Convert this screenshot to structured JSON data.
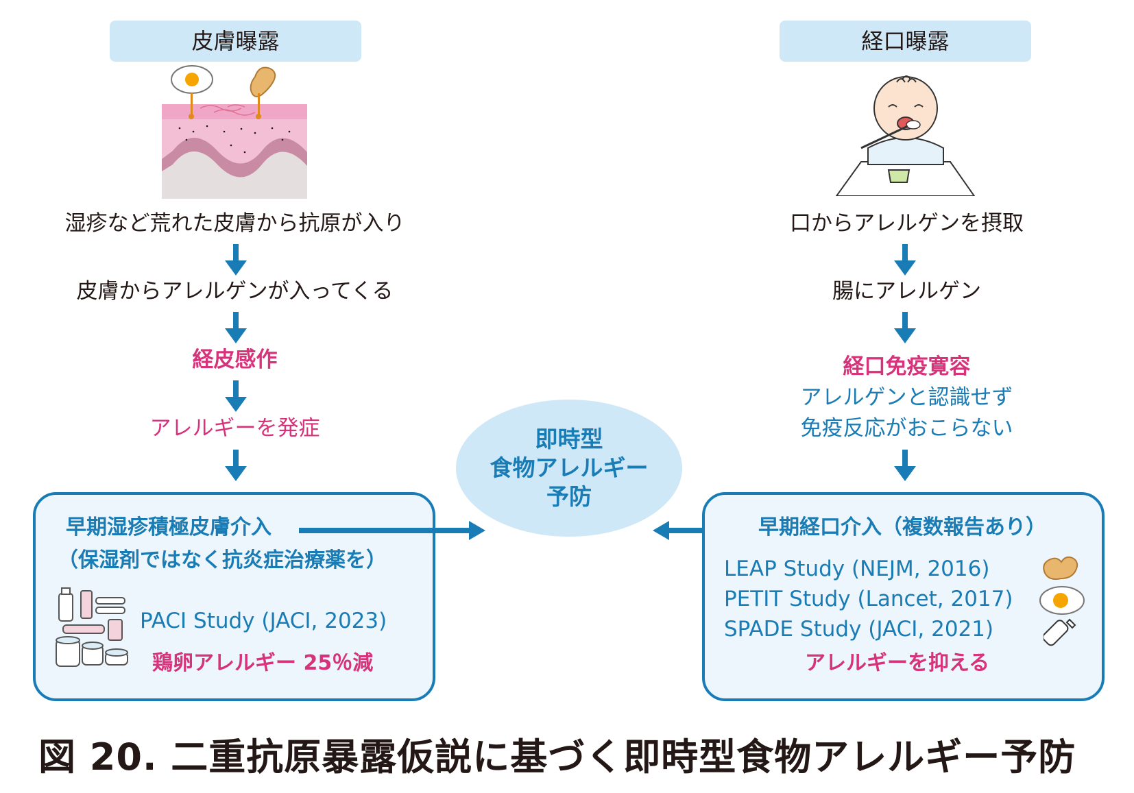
{
  "left": {
    "header": "皮膚曝露",
    "steps": [
      "湿疹など荒れた皮膚から抗原が入り",
      "皮膚からアレルゲンが入ってくる",
      "経皮感作",
      "アレルギーを発症"
    ],
    "box": {
      "title_line1": "早期湿疹積極皮膚介入",
      "title_line2": "（保湿剤ではなく抗炎症治療薬を）",
      "study": "PACI Study (JACI, 2023)",
      "result": "鶏卵アレルギー 25％減"
    }
  },
  "right": {
    "header": "経口曝露",
    "steps": [
      "口からアレルゲンを摂取",
      "腸にアレルゲン",
      "経口免疫寛容"
    ],
    "tolerance_lines": [
      "アレルゲンと認識せず",
      "免疫反応がおこらない"
    ],
    "box": {
      "title": "早期経口介入（複数報告あり）",
      "studies": [
        "LEAP Study (NEJM, 2016)",
        "PETIT Study (Lancet, 2017)",
        "SPADE Study (JACI, 2021)"
      ],
      "result": "アレルギーを抑える"
    }
  },
  "center": {
    "lines": [
      "即時型",
      "食物アレルギー",
      "予防"
    ]
  },
  "caption": "図 20.  二重抗原暴露仮説に基づく即時型食物アレルギー予防",
  "colors": {
    "blue": "#1a7cb5",
    "pink": "#d6337b",
    "light_blue": "#cfe8f8",
    "box_fill": "#ecf6fc"
  }
}
